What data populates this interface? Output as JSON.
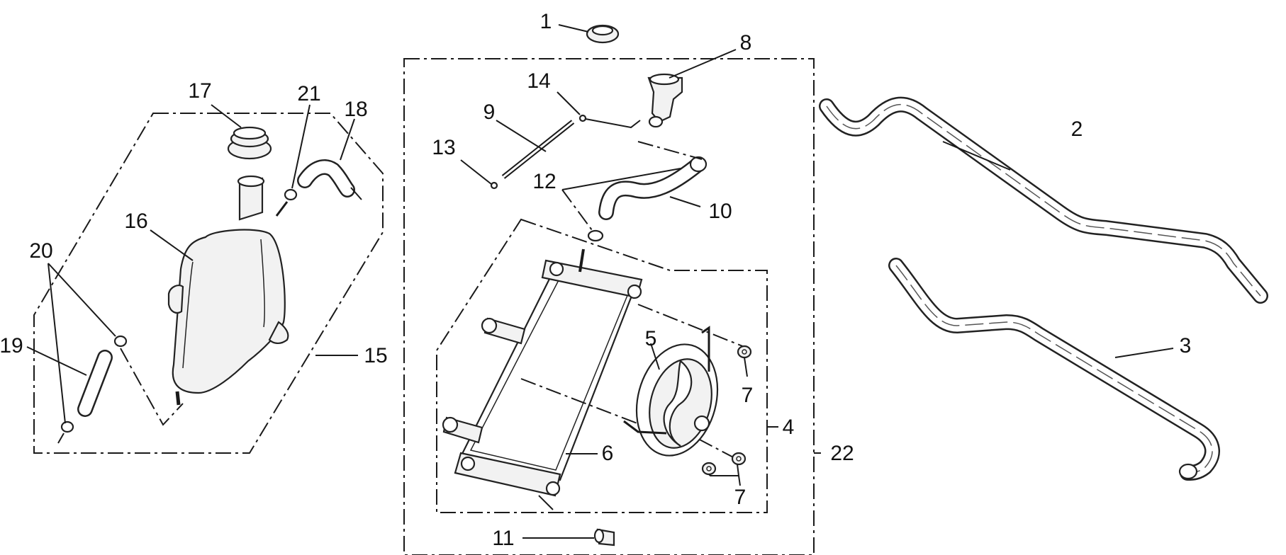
{
  "diagram": {
    "type": "exploded parts diagram",
    "parts": [
      {
        "id": "1",
        "label": "1",
        "desc": "radiator cap"
      },
      {
        "id": "2",
        "label": "2",
        "desc": "coolant hose"
      },
      {
        "id": "3",
        "label": "3",
        "desc": "coolant hose"
      },
      {
        "id": "4",
        "label": "4",
        "desc": "radiator and fan assembly"
      },
      {
        "id": "5",
        "label": "5",
        "desc": "cooling fan"
      },
      {
        "id": "6",
        "label": "6",
        "desc": "radiator core"
      },
      {
        "id": "7a",
        "label": "7",
        "desc": "nut"
      },
      {
        "id": "7b",
        "label": "7",
        "desc": "nut"
      },
      {
        "id": "8",
        "label": "8",
        "desc": "filler neck"
      },
      {
        "id": "9",
        "label": "9",
        "desc": "pipe"
      },
      {
        "id": "10",
        "label": "10",
        "desc": "hose"
      },
      {
        "id": "11",
        "label": "11",
        "desc": "drain bolt"
      },
      {
        "id": "12",
        "label": "12",
        "desc": "clamp"
      },
      {
        "id": "13",
        "label": "13",
        "desc": "clamp"
      },
      {
        "id": "14",
        "label": "14",
        "desc": "clamp"
      },
      {
        "id": "15",
        "label": "15",
        "desc": "reservoir tank assembly"
      },
      {
        "id": "16",
        "label": "16",
        "desc": "reservoir tank"
      },
      {
        "id": "17",
        "label": "17",
        "desc": "tank cap"
      },
      {
        "id": "18",
        "label": "18",
        "desc": "hose"
      },
      {
        "id": "19",
        "label": "19",
        "desc": "hose"
      },
      {
        "id": "20",
        "label": "20",
        "desc": "clamp"
      },
      {
        "id": "21",
        "label": "21",
        "desc": "clamp"
      },
      {
        "id": "22",
        "label": "22",
        "desc": "complete cooling assembly"
      }
    ]
  }
}
